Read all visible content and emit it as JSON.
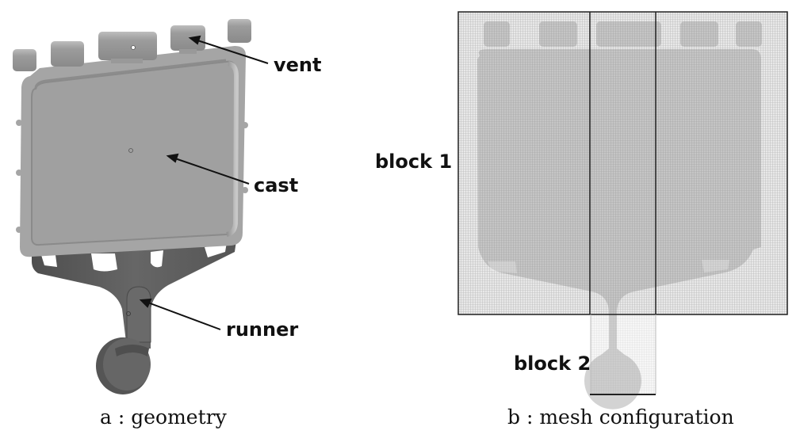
{
  "figure": {
    "panel_a": {
      "caption": "a : geometry",
      "labels": {
        "vent": "vent",
        "cast": "cast",
        "runner": "runner"
      }
    },
    "panel_b": {
      "caption": "b : mesh configuration",
      "labels": {
        "block1": "block 1",
        "block2": "block 2"
      }
    },
    "colors": {
      "cast_light": "#a3a3a3",
      "runner_dark": "#5f5f5f",
      "mesh_line": "#9a9a9a",
      "block_border": "#222222"
    }
  }
}
